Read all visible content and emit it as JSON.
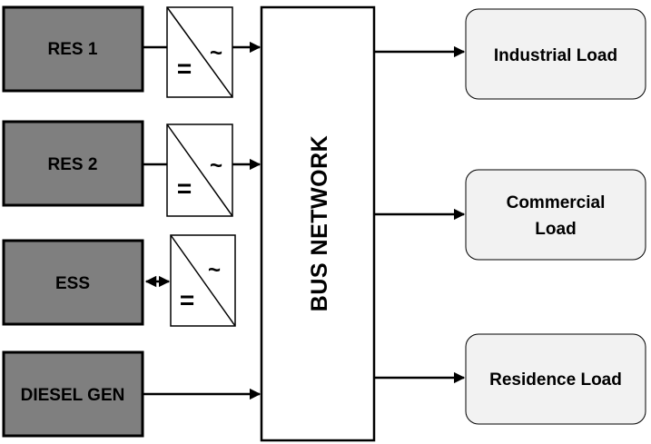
{
  "sources": [
    {
      "label": "RES 1"
    },
    {
      "label": "RES 2"
    },
    {
      "label": "ESS"
    },
    {
      "label": "DIESEL GEN"
    }
  ],
  "converter": {
    "dc_symbol": "=",
    "ac_symbol": "~"
  },
  "bus": {
    "label": "BUS NETWORK"
  },
  "loads": [
    {
      "line1": "Industrial Load",
      "line2": ""
    },
    {
      "line1": "Commercial",
      "line2": "Load"
    },
    {
      "line1": "Residence Load",
      "line2": ""
    }
  ]
}
